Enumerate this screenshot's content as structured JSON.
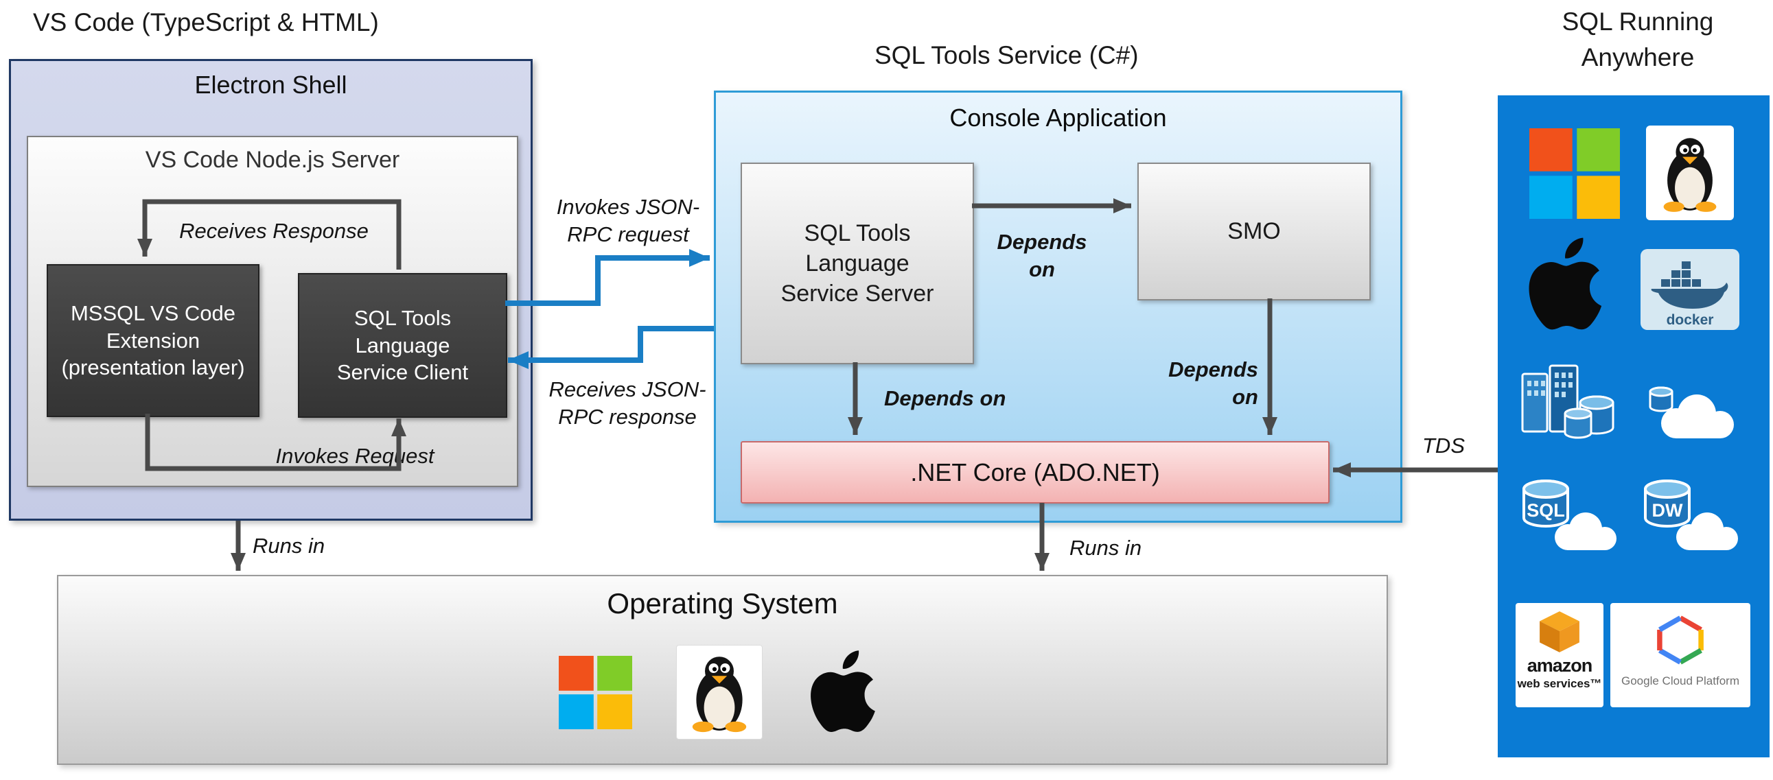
{
  "headers": {
    "vscode": "VS Code (TypeScript & HTML)",
    "sqltools": "SQL Tools Service (C#)",
    "anywhere": "SQL Running Anywhere"
  },
  "vscode": {
    "electron_shell": "Electron Shell",
    "node_server": "VS Code Node.js Server",
    "mssql_extension": "MSSQL VS Code Extension (presentation layer)",
    "service_client": "SQL Tools Language Service Client"
  },
  "console": {
    "title": "Console Application",
    "service_server": "SQL Tools Language Service Server",
    "smo": "SMO",
    "net_core": ".NET Core (ADO.NET)"
  },
  "os": {
    "title": "Operating System"
  },
  "arrows": {
    "receives_response": "Receives Response",
    "invokes_request": "Invokes Request",
    "invokes_jsonrpc": "Invokes JSON-RPC request",
    "receives_jsonrpc": "Receives JSON-RPC response",
    "depends_on": "Depends on",
    "runs_in": "Runs in",
    "tds": "TDS"
  },
  "anywhere": {
    "docker_label": "docker",
    "sql_label": "SQL",
    "dw_label": "DW",
    "aws_name": "amazon",
    "aws_sub": "web services™",
    "gcp_label": "Google Cloud Platform"
  },
  "icons": {
    "os_logos": [
      "windows-icon",
      "linux-tux-icon",
      "apple-icon"
    ],
    "anywhere_logos": [
      "windows-icon",
      "linux-tux-icon",
      "apple-icon",
      "docker-icon",
      "sql-server-icon",
      "azure-db-cloud-icon",
      "sql-db-cloud-icon",
      "dw-db-cloud-icon",
      "aws-icon",
      "gcp-icon"
    ]
  },
  "colors": {
    "panel_blue": "#0a7bd4",
    "arrow_blue": "#1a7ec5",
    "arrow_gray": "#4a4a4a",
    "console_border": "#2e9bd6",
    "electron_border": "#1f3864",
    "netcore_fill": "#f3b2b2",
    "windows_red": "#f1511b",
    "windows_green": "#80cc28",
    "windows_blue": "#00adef",
    "windows_yellow": "#fbbc09"
  }
}
